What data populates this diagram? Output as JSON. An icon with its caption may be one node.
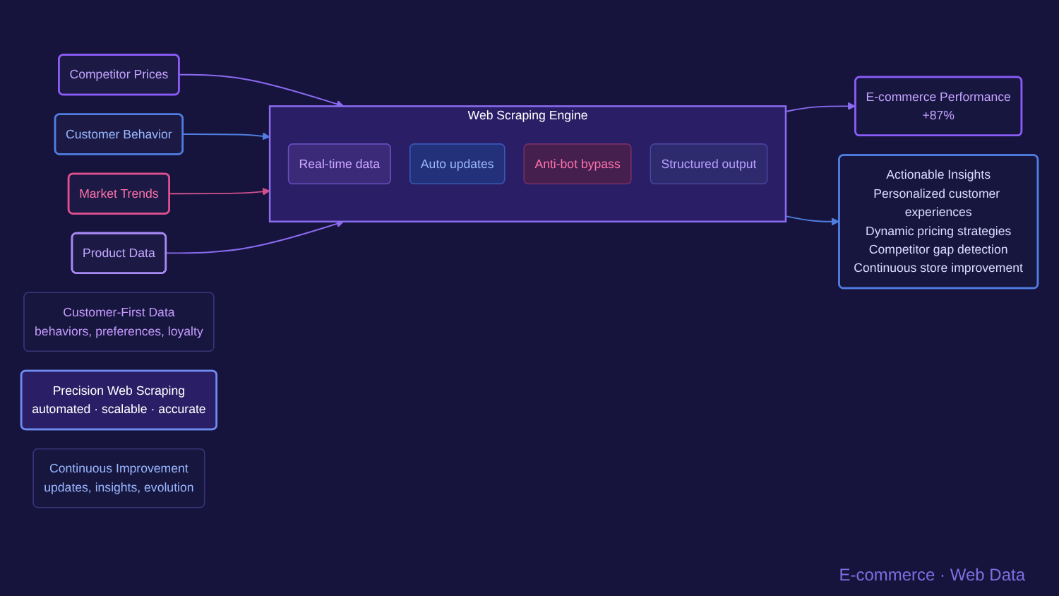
{
  "diagram": {
    "nodes": [
      {
        "text": [
          "Competitor Prices"
        ]
      },
      {
        "text": [
          "Customer Behavior"
        ]
      },
      {
        "text": [
          "Market Trends"
        ]
      },
      {
        "text": [
          "Product Data"
        ]
      },
      {
        "text": [
          "Web Scraping Engine"
        ]
      },
      {
        "text": [
          "Real-time data"
        ],
        "in": 4
      },
      {
        "text": [
          "Auto updates"
        ],
        "in": 4
      },
      {
        "text": [
          "Anti-bot bypass"
        ],
        "in": 4
      },
      {
        "text": [
          "Structured output"
        ],
        "in": 4
      },
      {
        "text": [
          "E-commerce Performance",
          "+87%"
        ]
      },
      {
        "text": [
          "Actionable Insights",
          "Personalized customer experiences",
          "Dynamic pricing strategies",
          "Competitor gap detection",
          "Continuous store improvement"
        ]
      },
      {
        "text": [
          "Customer-First Data",
          "behaviors, preferences, loyalty"
        ]
      },
      {
        "text": [
          "Precision Web Scraping",
          "automated · scalable · accurate"
        ]
      },
      {
        "text": [
          "Continuous Improvement",
          "updates, insights, evolution"
        ]
      }
    ],
    "edges": [
      {
        "from": 0,
        "to": 4,
        "arrow": "to"
      },
      {
        "from": 1,
        "to": 4,
        "arrow": "to",
        "color": "#4f7ee0"
      },
      {
        "from": 2,
        "to": 4,
        "arrow": "to",
        "color": "#d0508a"
      },
      {
        "from": 3,
        "to": 4,
        "arrow": "to"
      },
      {
        "from": 4,
        "to": 9,
        "arrow": "to"
      },
      {
        "from": 4,
        "to": 10,
        "arrow": "to",
        "color": "#4f7ee0"
      }
    ],
    "labels": [
      "E-commerce · Web Data"
    ]
  }
}
